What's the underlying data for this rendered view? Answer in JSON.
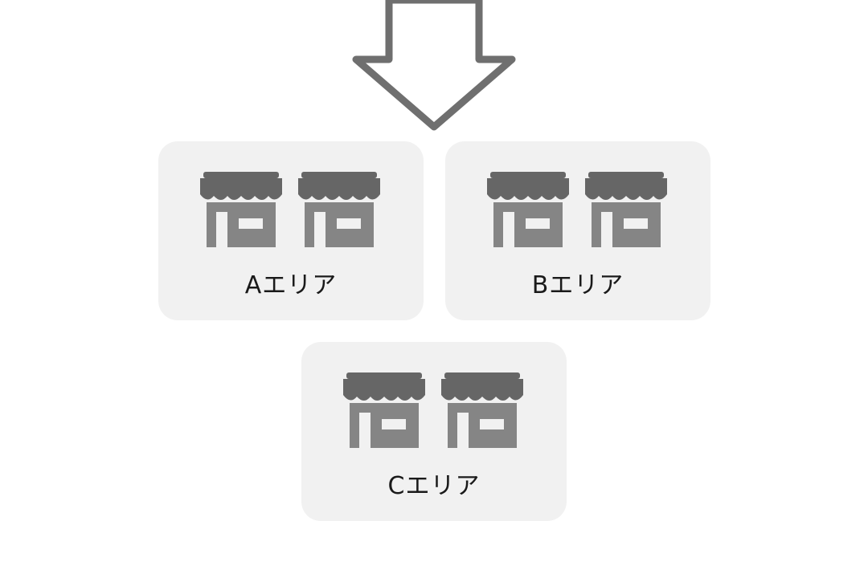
{
  "colors": {
    "arrow_stroke": "#6f6f6f",
    "box_fill": "#f1f1f1",
    "shop_roof": "#666666",
    "shop_body": "#858585",
    "label_text": "#1a1a1a"
  },
  "icons": [
    "down-arrow-icon",
    "shop-icon"
  ],
  "areas": [
    {
      "label": "Aエリア",
      "shop_count": 2
    },
    {
      "label": "Bエリア",
      "shop_count": 2
    },
    {
      "label": "Cエリア",
      "shop_count": 2
    }
  ]
}
